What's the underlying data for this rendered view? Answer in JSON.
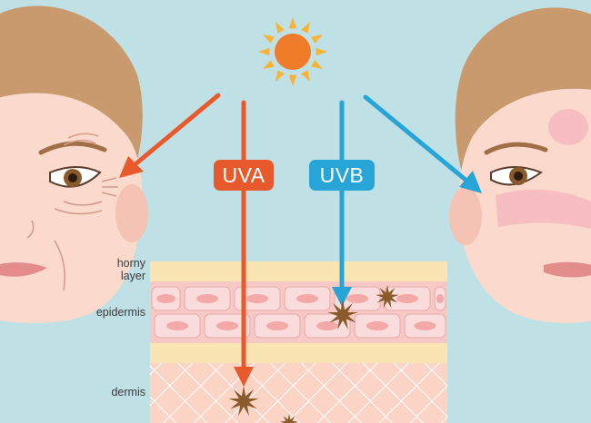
{
  "labels": {
    "uva": "UVA",
    "uvb": "UVB",
    "horny_layer": "horny\nlayer",
    "epidermis": "epidermis",
    "dermis": "dermis"
  },
  "colors": {
    "background": "#bfe0e4",
    "uva": "#e8592b",
    "uvb": "#27a5d6",
    "sun": "#f07c2a",
    "sun_rays": "#f9b233",
    "skin": "#fbd9cc",
    "hair": "#c89a6e",
    "horny_layer": "#fbe4b4",
    "epidermis": "#f7c9c6",
    "dermis": "#fbd4c5",
    "damage_spot": "#8a5a2b"
  },
  "icons": [
    "sun-icon",
    "damage-star-icon"
  ]
}
